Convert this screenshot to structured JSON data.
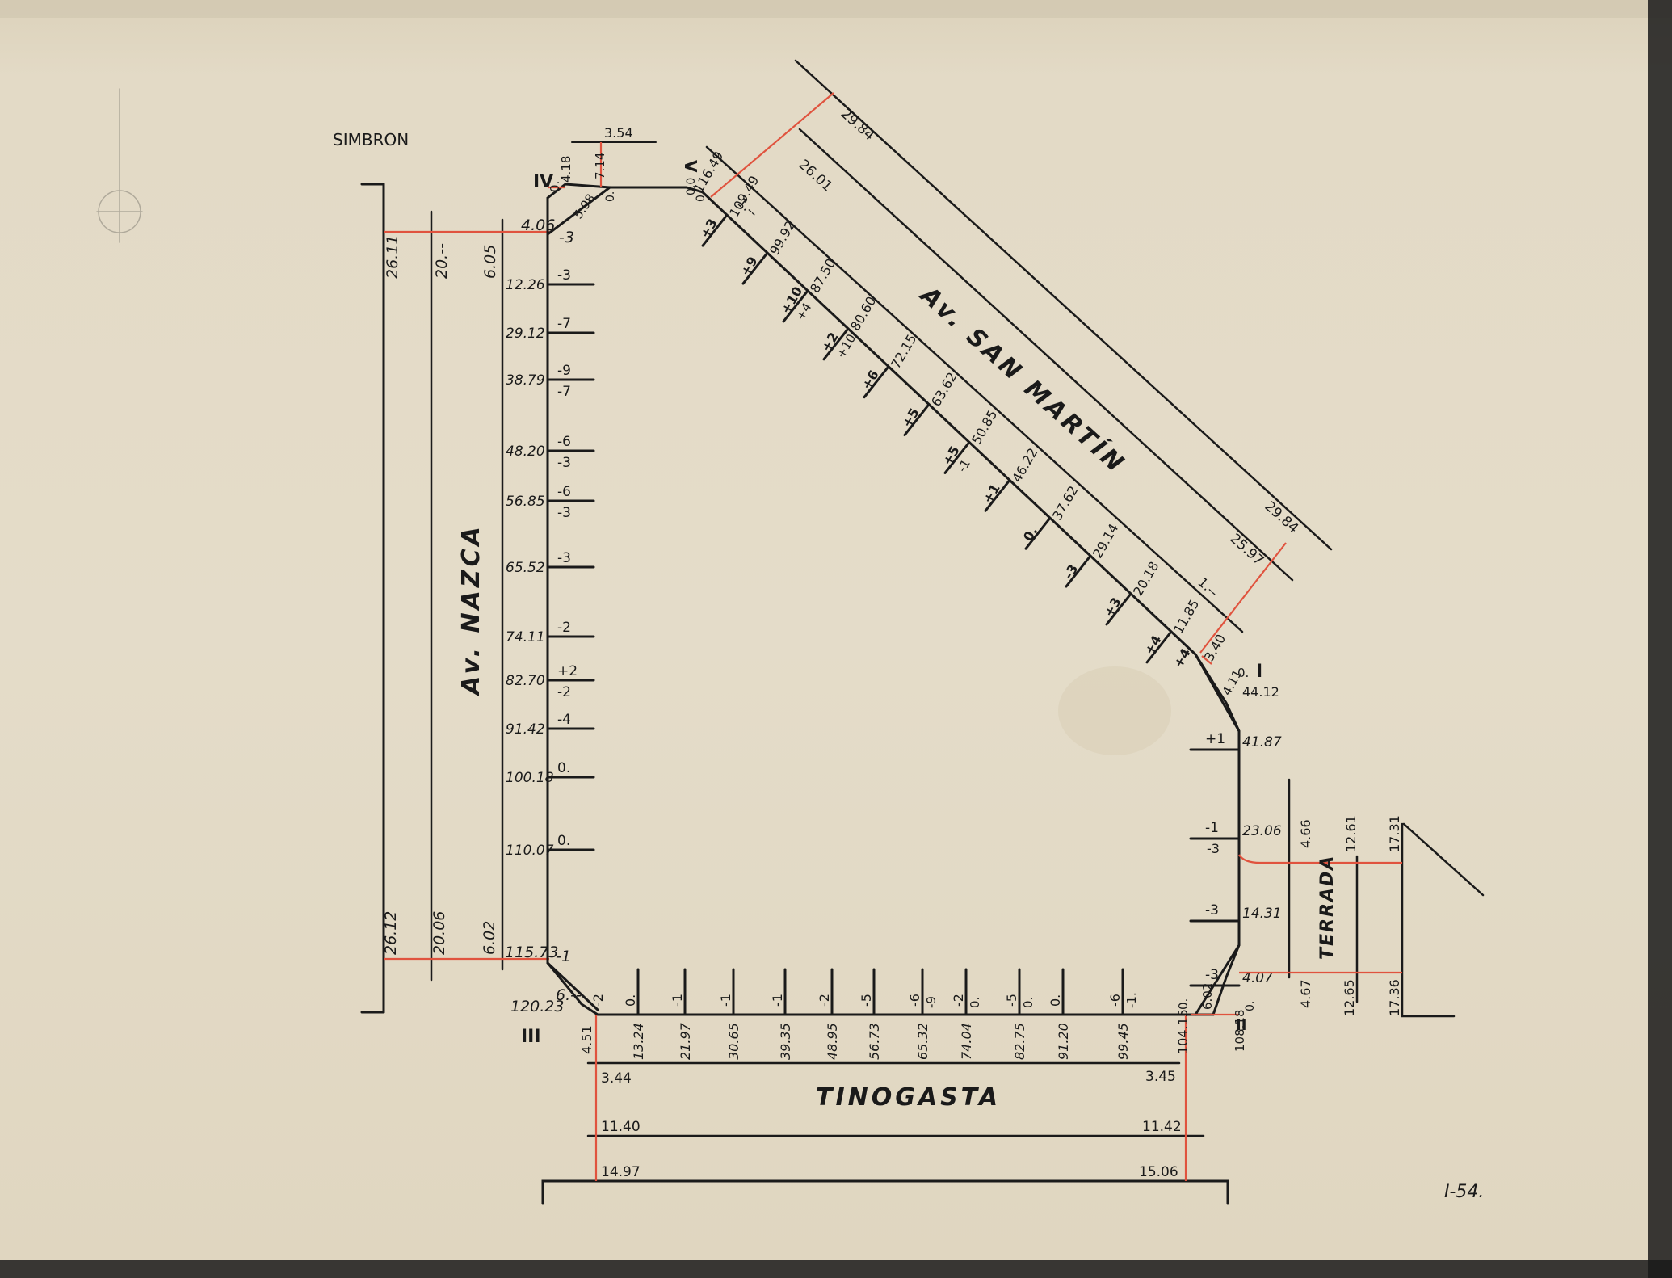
{
  "labels": {
    "simbron": "SIMBRON",
    "av_nazca": "Av. NAZCA",
    "av_san_martin": "Av. SAN MARTÍN",
    "tinogasta": "TINOGASTA",
    "terrada": "TERRADA",
    "sheet_id": "I-54.",
    "vertex_I": "I",
    "vertex_II": "II",
    "vertex_III": "III",
    "vertex_IV": "IV",
    "vertex_V": "V"
  },
  "colors": {
    "paper": "#e3dac6",
    "ink": "#1a1a1a",
    "red": "#e0533e"
  },
  "nazca": {
    "top": {
      "left": "26.11",
      "mid": "20.--",
      "right": "6.05",
      "main": "4.06"
    },
    "bottom": {
      "left": "26.12",
      "mid": "20.06",
      "right": "6.02",
      "main": "115.73"
    },
    "corner_bottom": "120.23",
    "corner_bottom_val": "6.--",
    "corner_top_values": [
      "0.",
      "4.18",
      "5.98"
    ],
    "stations": [
      {
        "d": "12.26",
        "v1": "-3",
        "v2": ""
      },
      {
        "d": "29.12",
        "v1": "-7",
        "v2": ""
      },
      {
        "d": "38.79",
        "v1": "-9",
        "v2": "-7"
      },
      {
        "d": "48.20",
        "v1": "-6",
        "v2": "-3"
      },
      {
        "d": "56.85",
        "v1": "-6",
        "v2": "-3"
      },
      {
        "d": "65.52",
        "v1": "-3",
        "v2": ""
      },
      {
        "d": "74.11",
        "v1": "-2",
        "v2": ""
      },
      {
        "d": "82.70",
        "v1": "+2",
        "v2": "-2"
      },
      {
        "d": "91.42",
        "v1": "-4",
        "v2": ""
      },
      {
        "d": "100.18",
        "v1": "0.",
        "v2": ""
      },
      {
        "d": "110.07",
        "v1": "0.",
        "v2": ""
      }
    ],
    "top_corner_side_val": "-3",
    "bottom_corner_side_val": "-1"
  },
  "top_segment": {
    "dim": "3.54",
    "left": "7.14",
    "left2": "0.",
    "right": "0.0",
    "right2": "0."
  },
  "san_martin": {
    "top_ref": "29.84",
    "top_ref2": "26.01",
    "top_mark": "1.--",
    "bottom_ref": "29.84",
    "bottom_ref2": "25.97",
    "bottom_mark": "1.--",
    "start": "116.49",
    "end": "3.40",
    "end_val": "+4",
    "stations": [
      {
        "d": "109.49",
        "v1": "+3",
        "v2": ""
      },
      {
        "d": "99.92",
        "v1": "+9",
        "v2": ""
      },
      {
        "d": "87.50",
        "v1": "+10",
        "v2": "+4"
      },
      {
        "d": "80.60",
        "v1": "+2",
        "v2": "+10"
      },
      {
        "d": "72.15",
        "v1": "+6",
        "v2": ""
      },
      {
        "d": "63.62",
        "v1": "+5",
        "v2": ""
      },
      {
        "d": "50.85",
        "v1": "+5",
        "v2": "-1"
      },
      {
        "d": "46.22",
        "v1": "+1",
        "v2": ""
      },
      {
        "d": "37.62",
        "v1": "0.",
        "v2": ""
      },
      {
        "d": "29.14",
        "v1": "-3",
        "v2": ""
      },
      {
        "d": "20.18",
        "v1": "+3",
        "v2": ""
      },
      {
        "d": "11.85",
        "v1": "+4",
        "v2": ""
      }
    ]
  },
  "east": {
    "corner_top": "4.11",
    "corner_top_val": "0.",
    "top": "44.12",
    "s1": {
      "d": "41.87",
      "v": "+1"
    },
    "s2": {
      "d": "23.06",
      "v1": "-1",
      "v2": "-3"
    },
    "s3": {
      "d": "14.31",
      "v": "-3"
    },
    "s4": {
      "d": "4.07",
      "v": "-3"
    },
    "corner_bottom": "108.18",
    "corner_bottom_val": "6.02",
    "corner_bottom_val2": "0."
  },
  "terrada": {
    "top": {
      "a": "4.66",
      "b": "12.61",
      "c": "17.31"
    },
    "bottom": {
      "a": "4.67",
      "b": "12.65",
      "c": "17.36"
    }
  },
  "tinogasta": {
    "start": "4.51",
    "end": "104.15",
    "left_ref": [
      "3.44",
      "11.40",
      "14.97"
    ],
    "right_ref": [
      "3.45",
      "11.42",
      "15.06"
    ],
    "stations": [
      {
        "d": "13.24",
        "v1": "0.",
        "v2": ""
      },
      {
        "d": "21.97",
        "v1": "-1",
        "v2": ""
      },
      {
        "d": "30.65",
        "v1": "-1",
        "v2": ""
      },
      {
        "d": "39.35",
        "v1": "-1",
        "v2": ""
      },
      {
        "d": "48.95",
        "v1": "-2",
        "v2": ""
      },
      {
        "d": "56.73",
        "v1": "-5",
        "v2": ""
      },
      {
        "d": "65.32",
        "v1": "-6",
        "v2": "-9"
      },
      {
        "d": "74.04",
        "v1": "-2",
        "v2": "0."
      },
      {
        "d": "82.75",
        "v1": "-5",
        "v2": "0."
      },
      {
        "d": "91.20",
        "v1": "0.",
        "v2": ""
      },
      {
        "d": "99.45",
        "v1": "-6",
        "v2": "-1."
      }
    ],
    "first_val": "-2",
    "last_val": "0."
  }
}
